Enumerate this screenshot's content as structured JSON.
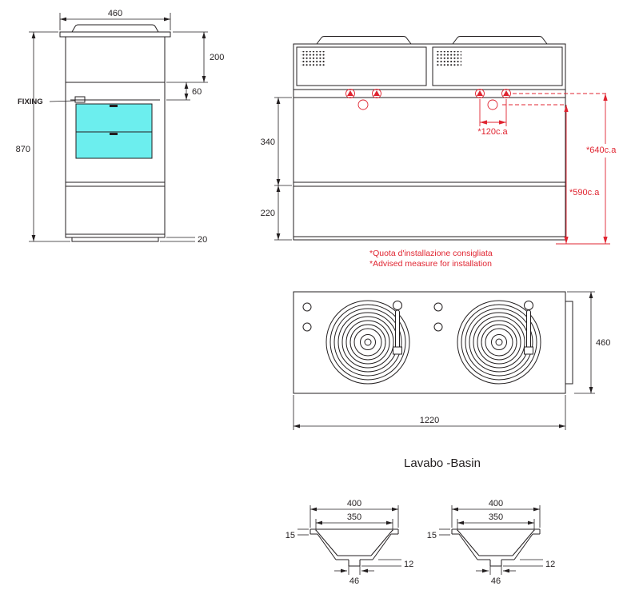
{
  "colors": {
    "line": "#231f20",
    "red": "#e02430",
    "cyan": "#6ceeee"
  },
  "side_view": {
    "width": "460",
    "top_height": "200",
    "gap": "60",
    "fixing_label": "FIXING",
    "total_height": "870",
    "plinth": "20"
  },
  "front_view": {
    "upper_section": "340",
    "lower_section": "220",
    "hole_spacing": "*120c.a",
    "install_height_top": "*640c.a",
    "install_height_bottom": "*590c.a"
  },
  "notes": {
    "italian": "*Quota d'installazione consigliata",
    "english": "*Advised measure for installation"
  },
  "top_view": {
    "depth": "460",
    "width": "1220"
  },
  "section": {
    "title": "Lavabo -Basin",
    "left": {
      "outer_width": "400",
      "inner_width": "350",
      "rim_height": "15",
      "bottom_thickness": "12",
      "drain_width": "46"
    },
    "right": {
      "outer_width": "400",
      "inner_width": "350",
      "rim_height": "15",
      "bottom_thickness": "12",
      "drain_width": "46"
    }
  }
}
